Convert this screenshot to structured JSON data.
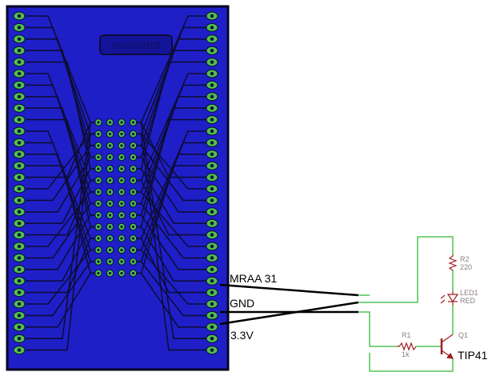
{
  "pcb": {
    "label": "BBEdison"
  },
  "wires": {
    "mraa_label": "MRAA 31",
    "gnd_label": "GND",
    "v33_label": "3.3V"
  },
  "schematic": {
    "r2_name": "R2",
    "r2_value": "220",
    "led_name": "LED1",
    "led_value": "RED",
    "q1_name": "Q1",
    "r1_name": "R1",
    "r1_value": "1k",
    "transistor_label": "TIP41"
  },
  "colors": {
    "board": "#1f1fc8",
    "board_edge": "#050520",
    "trace": "#0d0d38",
    "pad": "#4cc24c",
    "schematic_wire": "#33b833",
    "component": "#a02020"
  }
}
